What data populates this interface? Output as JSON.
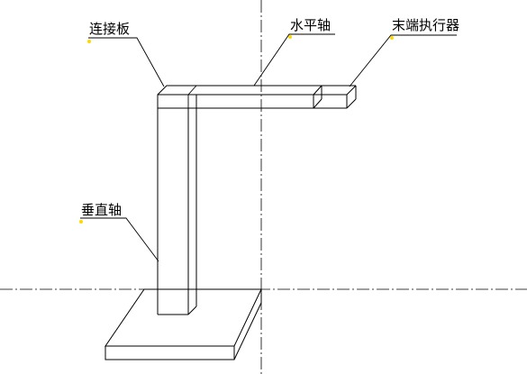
{
  "diagram": {
    "labels": {
      "connecting_plate": "连接板",
      "horizontal_axis": "水平轴",
      "end_effector": "末端执行器",
      "vertical_axis": "垂直轴"
    },
    "colors": {
      "line": "#000000",
      "anchor_dot": "#ffd800",
      "background": "#ffffff"
    }
  }
}
